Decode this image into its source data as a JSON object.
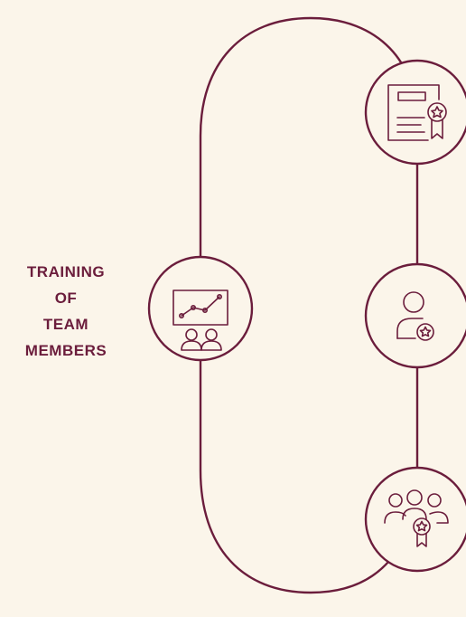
{
  "title": {
    "lines": [
      "TRAINING",
      "OF",
      "TEAM",
      "MEMBERS"
    ]
  },
  "colors": {
    "background": "#FBF5EA",
    "accent": "#6B1D3C"
  },
  "nodes": [
    {
      "name": "training-node",
      "icon": "presentation-board-icon"
    },
    {
      "name": "certificate-node",
      "icon": "certificate-icon"
    },
    {
      "name": "person-award-node",
      "icon": "person-award-icon"
    },
    {
      "name": "team-award-node",
      "icon": "team-award-icon"
    }
  ]
}
